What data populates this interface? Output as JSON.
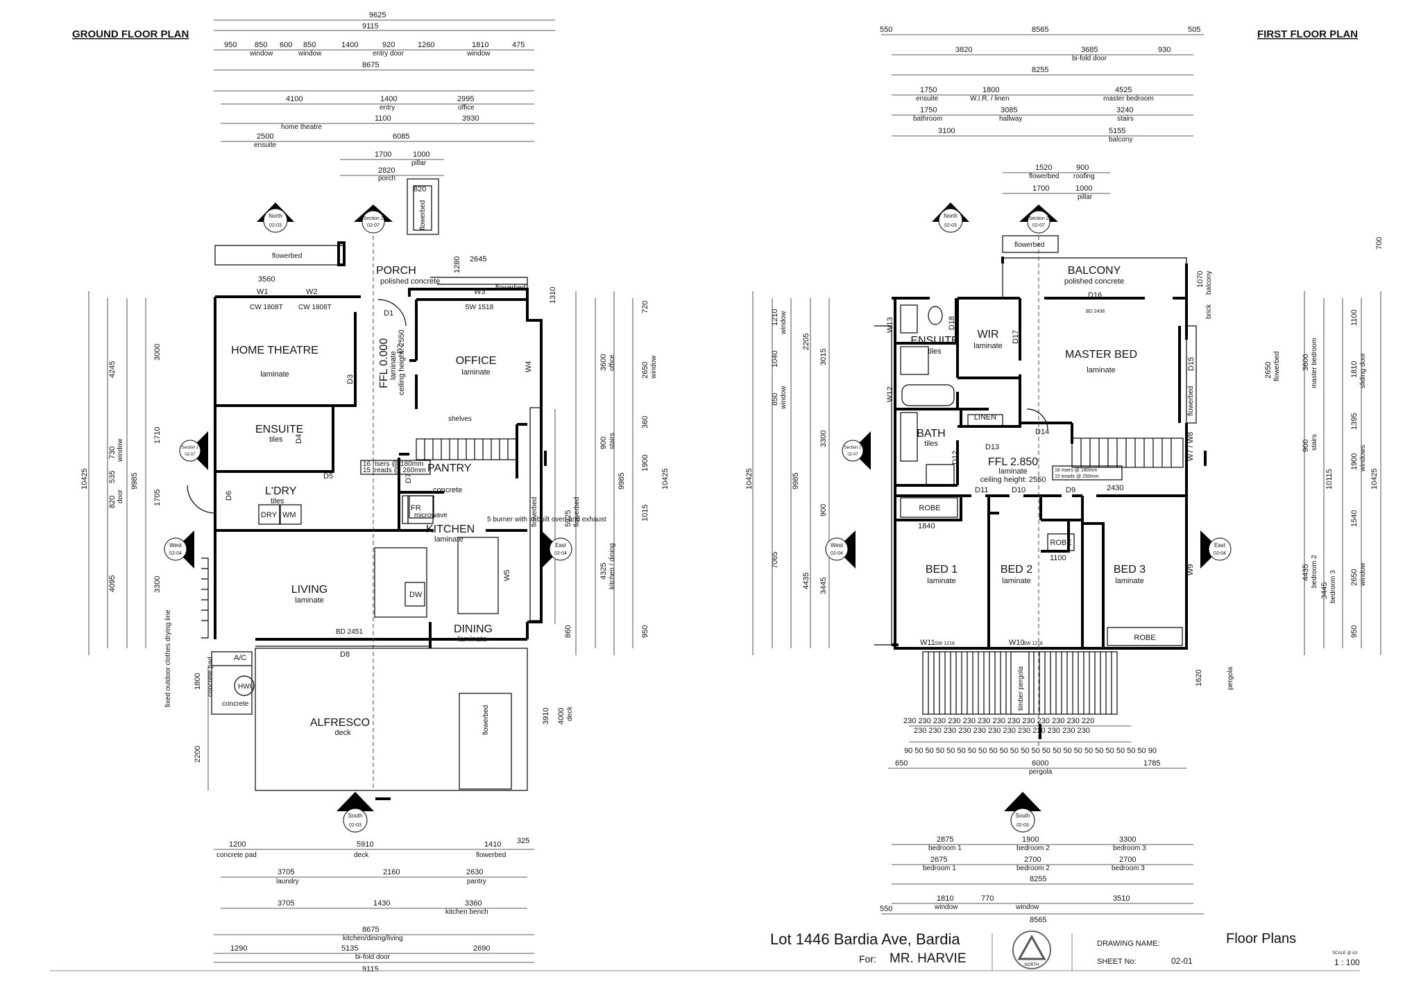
{
  "titles": {
    "ground": "GROUND FLOOR PLAN",
    "first": "FIRST FLOOR PLAN"
  },
  "ground": {
    "rooms": [
      {
        "name": "HOME THEATRE",
        "finish": "laminate"
      },
      {
        "name": "OFFICE",
        "finish": "laminate"
      },
      {
        "name": "PORCH",
        "finish": "polished concrete"
      },
      {
        "name": "ENSUITE",
        "finish": "tiles"
      },
      {
        "name": "L'DRY",
        "finish": "tiles"
      },
      {
        "name": "PANTRY",
        "finish": "concrete"
      },
      {
        "name": "KITCHEN",
        "finish": "laminate"
      },
      {
        "name": "LIVING",
        "finish": "laminate"
      },
      {
        "name": "DINING",
        "finish": "laminate"
      },
      {
        "name": "ALFRESCO",
        "finish": "deck"
      }
    ],
    "ffl": "FFL 0.000",
    "ffl_sub": "laminate",
    "ceiling": "ceiling height: 2550",
    "stairs_note": [
      "16 risers @ 180mm",
      "15 treads @ 260mm"
    ],
    "labels": [
      "W1",
      "W2",
      "W3",
      "W4",
      "W5",
      "D1",
      "D2",
      "D3",
      "D4",
      "D5",
      "D6",
      "D7",
      "D8",
      "FR",
      "DW",
      "DRY",
      "WM",
      "A/C",
      "HWU",
      "concrete",
      "concrete pad",
      "flowerbed",
      "shelves",
      "microwave",
      "5 burner with in-built oven and exhaust",
      "fixed outdoor clothes drying line",
      "BD 2451",
      "CW 1808T",
      "SW 1518"
    ],
    "dims_top": [
      "9625",
      "9115",
      "950",
      "850",
      "600",
      "850",
      "1400",
      "920",
      "1260",
      "1810",
      "475",
      "window",
      "window",
      "entry door",
      "window",
      "8675",
      "4100",
      "1400",
      "2995",
      "entry",
      "office",
      "home theatre",
      "1100",
      "3930",
      "2500",
      "6085",
      "ensuite",
      "1700",
      "1000",
      "pillar",
      "2820",
      "porch",
      "820",
      "3560",
      "2645",
      "1280",
      "1310"
    ],
    "dims_bottom": [
      "1200",
      "5910",
      "1410",
      "325",
      "concrete pad",
      "deck",
      "flowerbed",
      "3705",
      "2160",
      "2630",
      "laundry",
      "pantry",
      "1430",
      "3360",
      "kitchen bench",
      "8675",
      "kitchen/dining/living",
      "1290",
      "5135",
      "2690",
      "bi-fold door",
      "9115"
    ],
    "dims_left": [
      "10425",
      "9985",
      "4245",
      "730",
      "535",
      "820",
      "4095",
      "window",
      "door",
      "3000",
      "1710",
      "1705",
      "3300",
      "2200",
      "1800"
    ],
    "dims_right": [
      "3600",
      "office",
      "2650",
      "window",
      "900",
      "stairs",
      "5925",
      "flowerbed",
      "4325",
      "kitchen / dining",
      "9985",
      "10425",
      "1900",
      "1015",
      "3910",
      "4000",
      "deck",
      "720",
      "360",
      "950",
      "860"
    ]
  },
  "first": {
    "rooms": [
      {
        "name": "BALCONY",
        "finish": "polished concrete"
      },
      {
        "name": "ENSUITE",
        "finish": "tiles"
      },
      {
        "name": "WIR",
        "finish": "laminate"
      },
      {
        "name": "MASTER BED",
        "finish": "laminate"
      },
      {
        "name": "BATH",
        "finish": "tiles"
      },
      {
        "name": "LINEN",
        "finish": ""
      },
      {
        "name": "ROBE",
        "finish": ""
      },
      {
        "name": "BED 1",
        "finish": "laminate"
      },
      {
        "name": "BED 2",
        "finish": "laminate"
      },
      {
        "name": "BED 3",
        "finish": "laminate"
      }
    ],
    "ffl": "FFL 2.850",
    "ffl_sub": "laminate",
    "ceiling": "ceiling height: 2550",
    "stairs_note": [
      "16 risers @ 180mm",
      "15 treads @ 260mm"
    ],
    "labels": [
      "D9",
      "D10",
      "D11",
      "D12",
      "D13",
      "D14",
      "D15",
      "D16",
      "D17",
      "D18",
      "W7 / W8",
      "W9",
      "W10",
      "W11",
      "W12",
      "W13",
      "timber pergola",
      "flowerbed",
      "BD 2436",
      "SW 1218",
      "2430",
      "1840",
      "1100"
    ],
    "dims_top": [
      "550",
      "8565",
      "505",
      "3820",
      "3685",
      "930",
      "bi-fold door",
      "8255",
      "1750",
      "1800",
      "4525",
      "ensuite",
      "W.I.R. / linen",
      "master bedroom",
      "3085",
      "3240",
      "bathroom",
      "hallway",
      "stairs",
      "3100",
      "5155",
      "balcony",
      "1520",
      "900",
      "flowerbed",
      "roofing",
      "1700",
      "1000",
      "pillar"
    ],
    "dims_bottom": [
      "2875",
      "1900",
      "3300",
      "bedroom 1",
      "bedroom 2",
      "bedroom 3",
      "2675",
      "2700",
      "8255",
      "1810",
      "770",
      "3510",
      "window",
      "8565",
      "6000",
      "650",
      "1785",
      "pergola"
    ],
    "dims_left": [
      "10425",
      "9985",
      "7065",
      "3015",
      "3300",
      "4435",
      "3445",
      "1210",
      "1040",
      "850",
      "window",
      "window",
      "2205",
      "900"
    ],
    "dims_right": [
      "10425",
      "10115",
      "3600",
      "master bedroom",
      "2650",
      "flowerbed",
      "1100",
      "1810",
      "sliding door",
      "1395",
      "900",
      "stairs",
      "1900",
      "windows",
      "1540",
      "4435",
      "bedroom 2",
      "3445",
      "bedroom 3",
      "2650",
      "window",
      "950",
      "1620",
      "pergola",
      "balcony",
      "brick",
      "1070",
      "700"
    ]
  },
  "markers": {
    "north": "North",
    "south": "South",
    "east": "East",
    "west": "West",
    "section": "Section 2",
    "ref_a": "02-03",
    "ref_b": "02-04",
    "ref_c": "02-07"
  },
  "titleblock": {
    "address": "Lot 1446 Bardia Ave, Bardia",
    "for_label": "For:",
    "client": "MR. HARVIE",
    "drawing_name_label": "DRAWING NAME:",
    "drawing_name": "Floor Plans",
    "sheet_label": "SHEET No:",
    "sheet_no": "02-01",
    "scale_label": "SCALE @ A3",
    "scale": "1 : 100",
    "logo_text": "NORTH"
  }
}
